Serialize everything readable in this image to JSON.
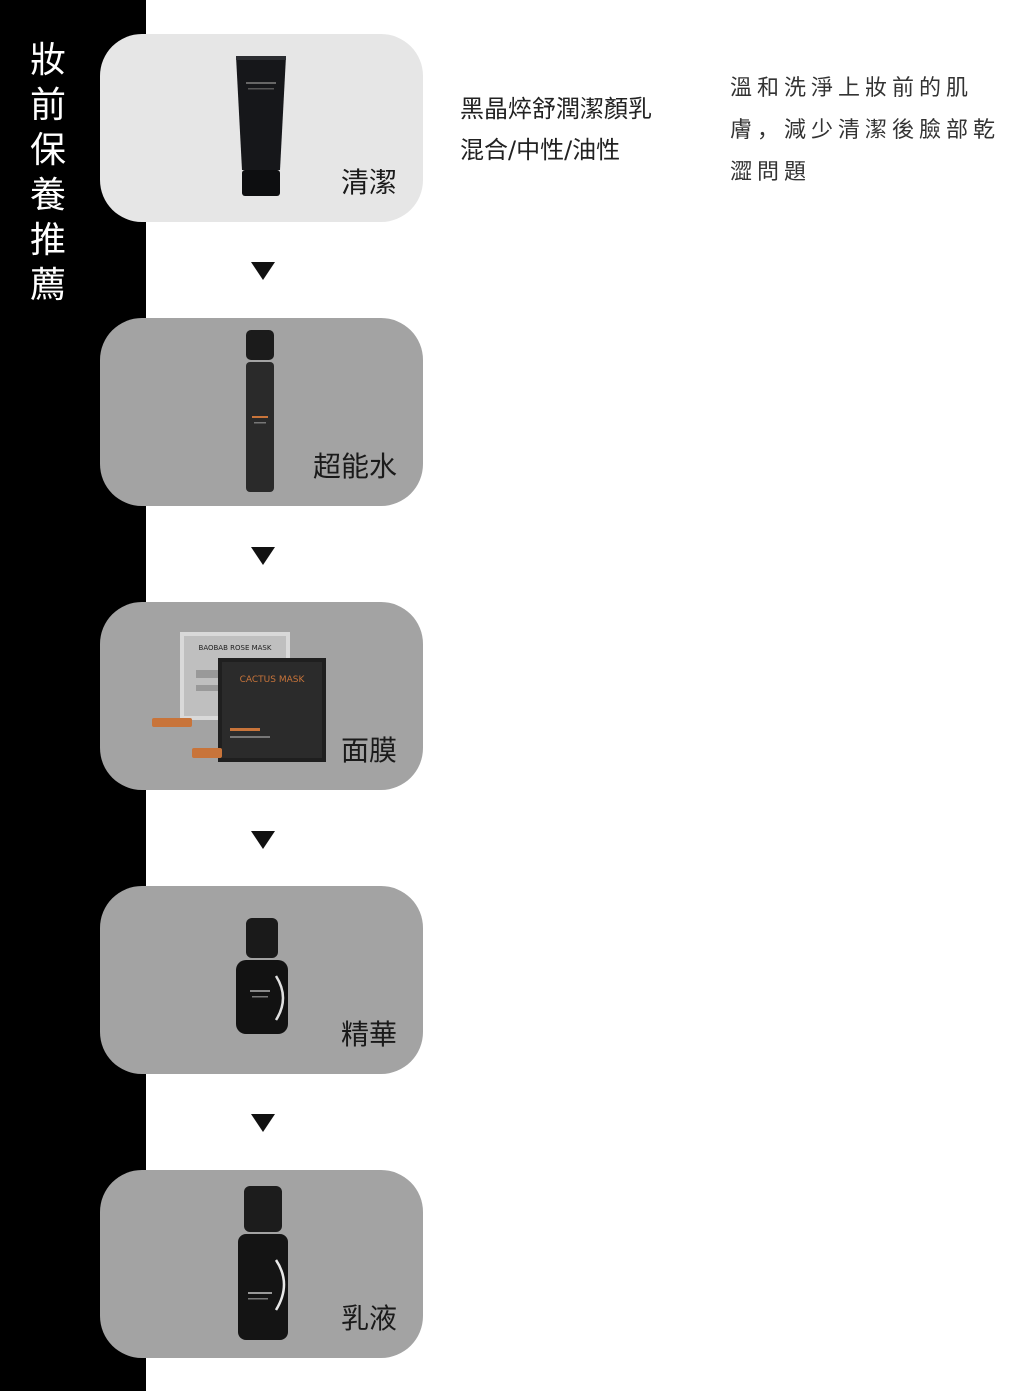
{
  "sidebar": {
    "title": "妝前保養推薦"
  },
  "steps": [
    {
      "label": "清潔",
      "icon": "cleanser-tube-icon",
      "selected": true
    },
    {
      "label": "超能水",
      "icon": "toner-bottle-icon",
      "selected": false
    },
    {
      "label": "面膜",
      "icon": "mask-sachet-icon",
      "selected": false
    },
    {
      "label": "精華",
      "icon": "serum-bottle-icon",
      "selected": false
    },
    {
      "label": "乳液",
      "icon": "lotion-bottle-icon",
      "selected": false
    }
  ],
  "detail": {
    "name": "黑晶焠舒潤潔顏乳",
    "skin_type": "混合/中性/油性",
    "description": "溫和洗淨上妝前的肌膚，減少清潔後臉部乾澀問題"
  },
  "colors": {
    "sidebar": "#000000",
    "card_active": "#e6e6e6",
    "card_inactive": "#a3a3a3",
    "accent": "#c8743a"
  },
  "mask_labels": {
    "back": "BAOBAB ROSE MASK",
    "front": "CACTUS MASK"
  }
}
